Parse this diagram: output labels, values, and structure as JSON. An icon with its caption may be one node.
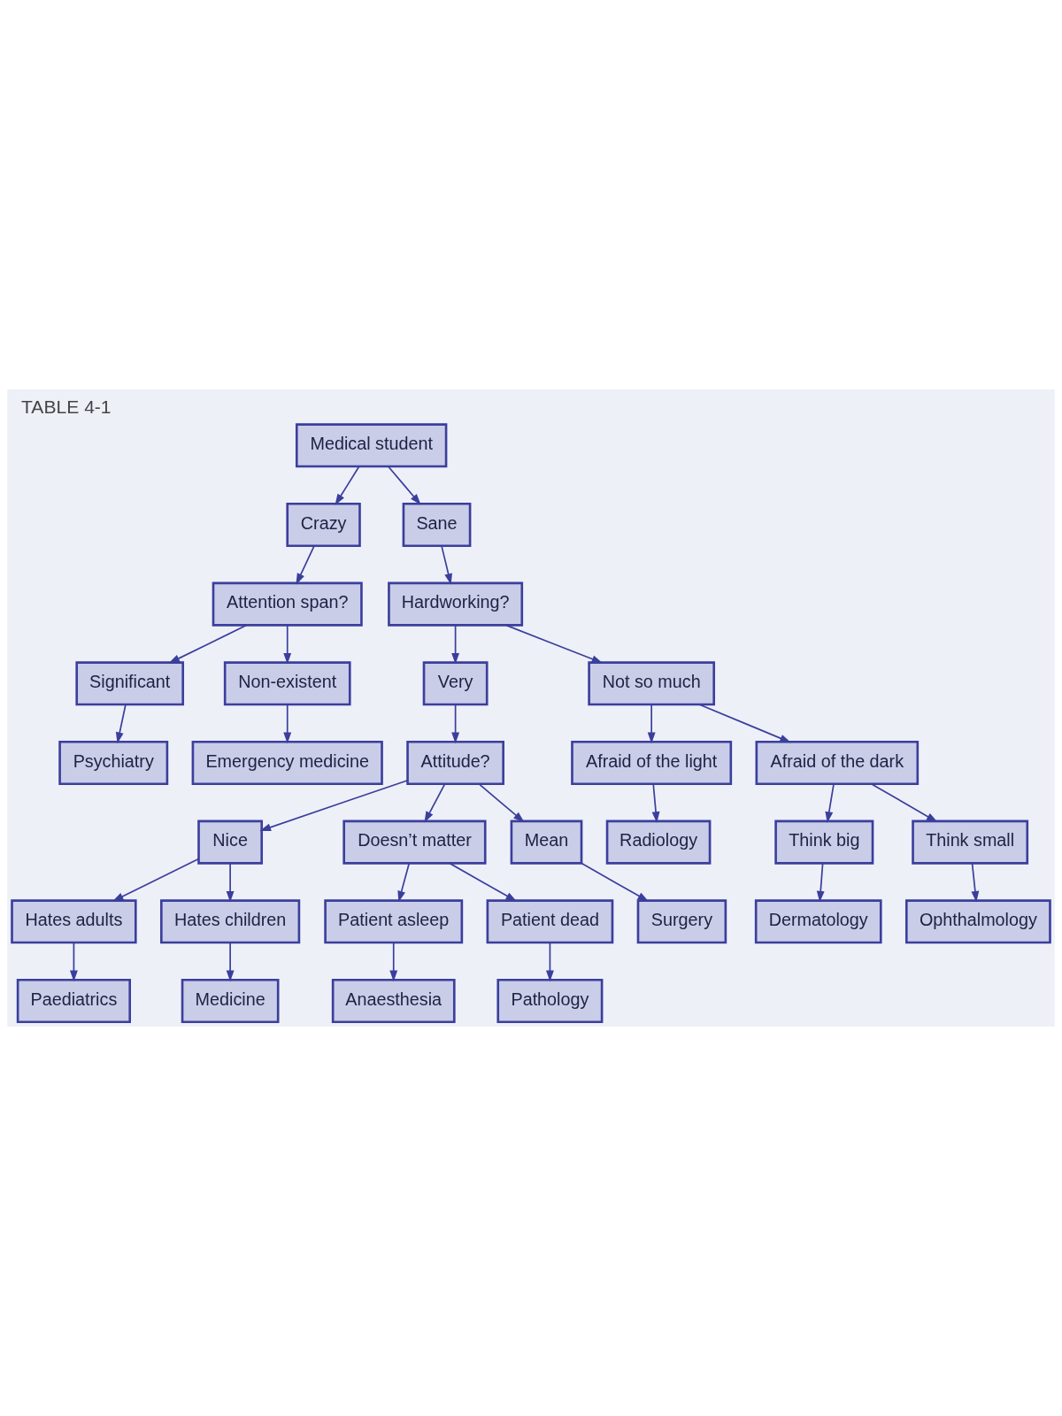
{
  "diagram": {
    "title": "TABLE 4-1",
    "nodes": [
      {
        "text": [
          "Medical student"
        ]
      },
      {
        "text": [
          "Crazy"
        ]
      },
      {
        "text": [
          "Sane"
        ]
      },
      {
        "text": [
          "Attention span?"
        ]
      },
      {
        "text": [
          "Hardworking?"
        ]
      },
      {
        "text": [
          "Significant"
        ]
      },
      {
        "text": [
          "Non-existent"
        ]
      },
      {
        "text": [
          "Very"
        ]
      },
      {
        "text": [
          "Not so much"
        ]
      },
      {
        "text": [
          "Psychiatry"
        ]
      },
      {
        "text": [
          "Emergency medicine"
        ]
      },
      {
        "text": [
          "Attitude?"
        ]
      },
      {
        "text": [
          "Nice"
        ]
      },
      {
        "text": [
          "Doesn’t matter"
        ]
      },
      {
        "text": [
          "Mean"
        ]
      },
      {
        "text": [
          "Hates adults"
        ]
      },
      {
        "text": [
          "Hates children"
        ]
      },
      {
        "text": [
          "Patient asleep"
        ]
      },
      {
        "text": [
          "Patient dead"
        ]
      },
      {
        "text": [
          "Surgery"
        ]
      },
      {
        "text": [
          "Paediatrics"
        ]
      },
      {
        "text": [
          "Medicine"
        ]
      },
      {
        "text": [
          "Anaesthesia"
        ]
      },
      {
        "text": [
          "Pathology"
        ]
      },
      {
        "text": [
          "Afraid of the light"
        ]
      },
      {
        "text": [
          "Afraid of the dark"
        ]
      },
      {
        "text": [
          "Think big"
        ]
      },
      {
        "text": [
          "Think small"
        ]
      },
      {
        "text": [
          "Radiology"
        ]
      },
      {
        "text": [
          "Dermatology"
        ]
      },
      {
        "text": [
          "Ophthalmology"
        ]
      }
    ],
    "edges": [
      {
        "from": 0,
        "to": 1,
        "arrow": "to"
      },
      {
        "from": 0,
        "to": 2,
        "arrow": "to"
      },
      {
        "from": 1,
        "to": 3,
        "arrow": "to"
      },
      {
        "from": 2,
        "to": 4,
        "arrow": "to"
      },
      {
        "from": 3,
        "to": 5,
        "arrow": "to"
      },
      {
        "from": 3,
        "to": 6,
        "arrow": "to"
      },
      {
        "from": 4,
        "to": 7,
        "arrow": "to"
      },
      {
        "from": 4,
        "to": 8,
        "arrow": "to"
      },
      {
        "from": 5,
        "to": 9,
        "arrow": "to"
      },
      {
        "from": 6,
        "to": 10,
        "arrow": "to"
      },
      {
        "from": 7,
        "to": 11,
        "arrow": "to"
      },
      {
        "from": 11,
        "to": 12,
        "arrow": "to"
      },
      {
        "from": 11,
        "to": 13,
        "arrow": "to"
      },
      {
        "from": 11,
        "to": 14,
        "arrow": "to"
      },
      {
        "from": 12,
        "to": 15,
        "arrow": "to"
      },
      {
        "from": 12,
        "to": 16,
        "arrow": "to"
      },
      {
        "from": 13,
        "to": 17,
        "arrow": "to"
      },
      {
        "from": 13,
        "to": 18,
        "arrow": "to"
      },
      {
        "from": 14,
        "to": 19,
        "arrow": "to"
      },
      {
        "from": 15,
        "to": 20,
        "arrow": "to"
      },
      {
        "from": 16,
        "to": 21,
        "arrow": "to"
      },
      {
        "from": 17,
        "to": 22,
        "arrow": "to"
      },
      {
        "from": 18,
        "to": 23,
        "arrow": "to"
      },
      {
        "from": 8,
        "to": 24,
        "arrow": "to"
      },
      {
        "from": 8,
        "to": 25,
        "arrow": "to"
      },
      {
        "from": 24,
        "to": 28,
        "arrow": "to"
      },
      {
        "from": 25,
        "to": 26,
        "arrow": "to"
      },
      {
        "from": 25,
        "to": 27,
        "arrow": "to"
      },
      {
        "from": 26,
        "to": 29,
        "arrow": "to"
      },
      {
        "from": 27,
        "to": 30,
        "arrow": "to"
      }
    ]
  }
}
